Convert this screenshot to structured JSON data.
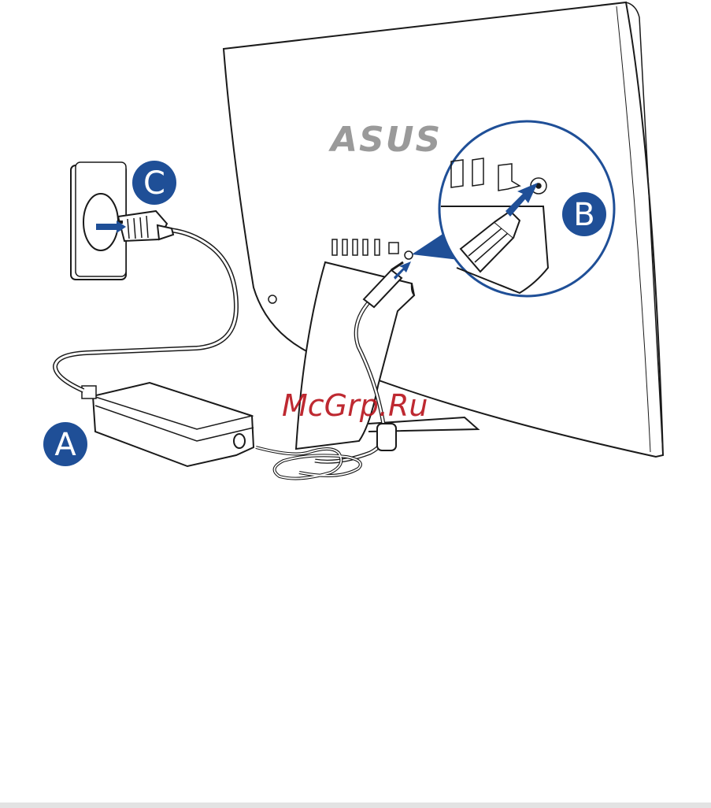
{
  "brand_logo": "ASUS",
  "watermark": "McGrp.Ru",
  "steps": {
    "a": "A",
    "b": "B",
    "c": "C"
  },
  "colors": {
    "badge_fill": "#1f4f97",
    "arrow_fill": "#1f4f97",
    "callout_border": "#1f4f97",
    "line": "#1a1a1a",
    "logo": "#9a9a9a",
    "watermark": "#b8121b"
  }
}
